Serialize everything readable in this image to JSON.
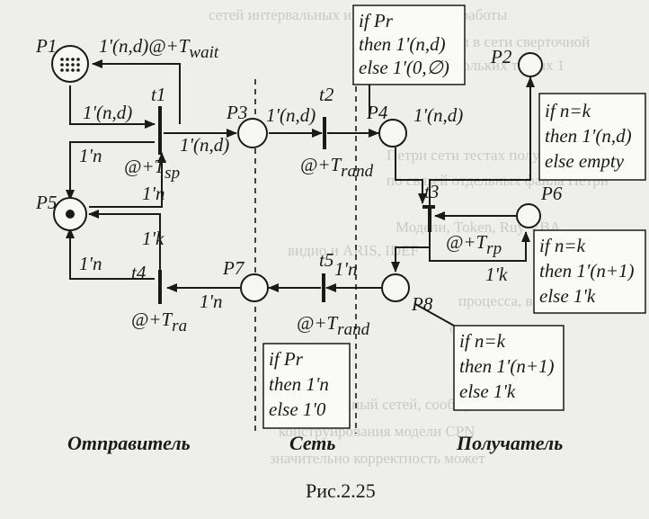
{
  "places": {
    "p1": "P1",
    "p2": "P2",
    "p3": "P3",
    "p4": "P4",
    "p5": "P5",
    "p6": "P6",
    "p7": "P7",
    "p8": "P8"
  },
  "transitions": {
    "t1": "t1",
    "t2": "t2",
    "t3": "t3",
    "t4": "t4",
    "t5": "t5"
  },
  "arcs": {
    "t1_to_p1": "1'(n,d)@+T",
    "t1_to_p1_sub": "wait",
    "p1_to_t1": "1'(n,d)",
    "t1_to_p3": "1'(n,d)",
    "p3_to_t2": "1'(n,d)",
    "p4_to_t3": "1'(n,d)",
    "t1_to_p5": "1'n",
    "p5_to_t1": "1'n",
    "t4_to_p5_upper": "1'k",
    "t4_to_p5_lower": "1'n",
    "p7_to_t4": "1'n",
    "p8_to_t5": "1'n",
    "t3_to_p8": "1'k"
  },
  "delays": {
    "t1": "@+T",
    "t1_sub": "sp",
    "t2": "@+T",
    "t2_sub": "rand",
    "t3": "@+T",
    "t3_sub": "rp",
    "t4": "@+T",
    "t4_sub": "ra",
    "t5": "@+T",
    "t5_sub": "rand"
  },
  "guards": {
    "t2": [
      "if Pr",
      "then 1'(n,d)",
      "else 1'(0,∅)"
    ],
    "p2": [
      "if n=k",
      "then 1'(n,d)",
      "else empty"
    ],
    "p6": [
      "if n=k",
      "then 1'(n+1)",
      "else 1'k"
    ],
    "t5": [
      "if Pr",
      "then 1'n",
      "else 1'0"
    ],
    "p8": [
      "if n=k",
      "then 1'(n+1)",
      "else 1'k"
    ]
  },
  "sections": {
    "sender": "Отправитель",
    "network": "Сеть",
    "receiver": "Получатель"
  },
  "caption": "Рис.2.25"
}
